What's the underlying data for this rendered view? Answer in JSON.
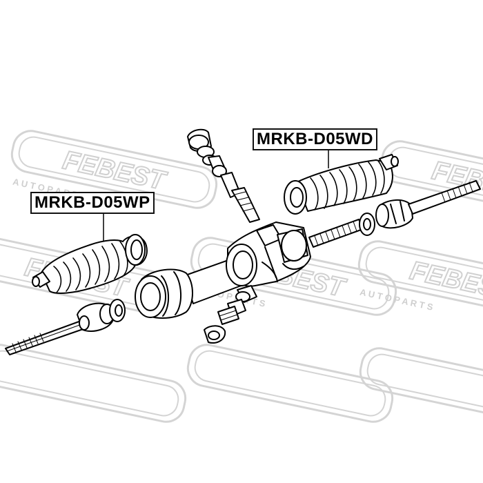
{
  "watermark": {
    "brand": "FEBEST",
    "subtitle": "A U T O   P A R T S",
    "color": "#d6d6d6"
  },
  "callouts": {
    "right_boot": "MRKB-D05WD",
    "left_boot": "MRKB-D05WP"
  },
  "colors": {
    "line": "#000000",
    "background": "#ffffff"
  }
}
